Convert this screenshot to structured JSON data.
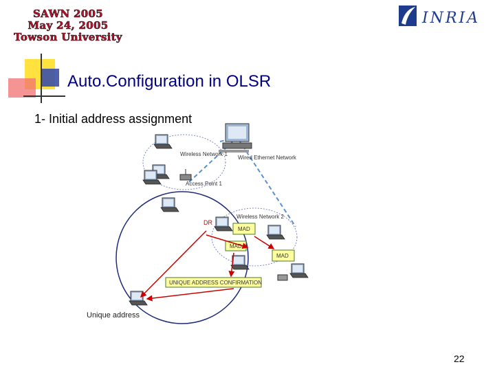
{
  "header": {
    "conference_lines": [
      "SAWN 2005",
      "May 24, 2005",
      "Towson University"
    ],
    "org_logo_text": "INRIA"
  },
  "slide": {
    "title": "Auto.Configuration in OLSR",
    "subtitle": "1- Initial address assignment",
    "page_number": "22"
  },
  "diagram": {
    "wireless_network_1": "Wireless Network 1",
    "wired_network": "Wired Ethernet Network",
    "access_point_1": "Access Point 1",
    "wireless_network_2": "Wireless Network 2",
    "dr_label": "DR",
    "mad_labels": [
      "MAD",
      "MAD",
      "MAD"
    ],
    "confirmation_label": "UNIQUE ADDRESS CONFIRMATION",
    "unique_address_label": "Unique address",
    "box_color": "#ffffa0",
    "arrow_color": "#cc0000",
    "circle_color": "#1f2a7a"
  }
}
